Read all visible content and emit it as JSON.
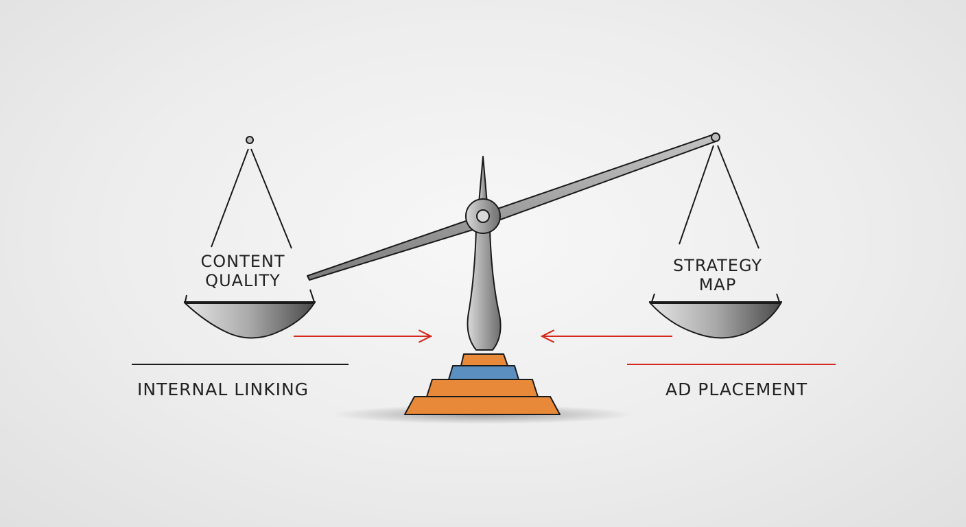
{
  "diagram": {
    "left_pan": {
      "line1": "CONTENT",
      "line2": "QUALITY"
    },
    "right_pan": {
      "line1": "STRATEGY",
      "line2": "MAP"
    },
    "left_label": "INTERNAL LINKING",
    "right_label": "AD PLACEMENT"
  },
  "colors": {
    "ink": "#1a1a1a",
    "metal": "#9a9a9a",
    "arrow_red": "#d62a1f",
    "base_orange": "#e8893a",
    "base_blue": "#5a8fc0",
    "background": "#ececec"
  }
}
